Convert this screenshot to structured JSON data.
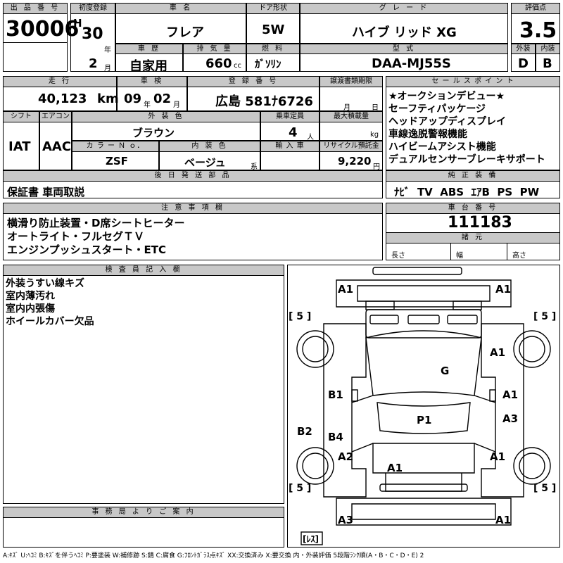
{
  "header": {
    "lot_no_label": "出 品 番 号",
    "lot_no": "30006",
    "first_reg_label": "初度登録",
    "era": "H",
    "year": "30",
    "year_unit": "年",
    "month": "2",
    "month_unit": "月",
    "car_name_label": "車 名",
    "car_name": "フレア",
    "door_label": "ドア形状",
    "door": "5W",
    "grade_label": "グ レ ー ド",
    "grade": "ハイブ リッド XG",
    "score_label": "評価点",
    "score": "3.5",
    "history_label": "車 歴",
    "history": "自家用",
    "displacement_label": "排 気 量",
    "displacement": "660",
    "displacement_unit": "cc",
    "fuel_label": "燃 料",
    "fuel": "ｶﾞｿﾘﾝ",
    "model_label": "型 式",
    "model": "DAA-MJ55S",
    "exterior_label": "外装",
    "exterior": "D",
    "interior_label": "内装",
    "interior": "B"
  },
  "row2": {
    "mileage_label": "走 行",
    "mileage": "40,123",
    "mileage_unit": "km",
    "inspection_label": "車 検",
    "insp_year": "09",
    "insp_year_unit": "年",
    "insp_month": "02",
    "insp_month_unit": "月",
    "plate_label": "登 録 番 号",
    "plate": "広島 581ﾅ6726",
    "transfer_label": "譲渡書類期限",
    "transfer_month": "月",
    "transfer_day": "日",
    "selling_label": "セ ー ル ス ポ イ ン ト",
    "selling_points": [
      "★オークションデビュー★",
      "セーフティパッケージ",
      "ヘッドアップディスプレイ",
      "車線逸脱警報機能",
      "ハイビームアシスト機能",
      "デュアルセンサーブレーキサポート"
    ]
  },
  "row3": {
    "shift_label": "シフト",
    "shift": "IAT",
    "ac_label": "エアコン",
    "ac": "AAC",
    "color_label": "外 装 色",
    "color": "ブラウン",
    "capacity_label": "乗車定員",
    "capacity": "4",
    "capacity_unit": "人",
    "load_label": "最大積載量",
    "load_unit": "kg",
    "color_no_label": "カ ラ ー Ｎ ｏ．",
    "color_no": "ZSF",
    "interior_color_label": "内 装 色",
    "interior_color": "ベージュ",
    "interior_color_unit": "系",
    "import_label": "輸 入 車",
    "recycle_label": "リサイクル預託金",
    "recycle": "9,220",
    "recycle_unit": "円"
  },
  "parts": {
    "label": "後 日 発 送 部 品",
    "value": "保証書 車両取説"
  },
  "equipment": {
    "label": "純 正 装 備",
    "value": "ﾅﾋﾞ  TV  ABS  ｴｱB  PS  PW"
  },
  "notes": {
    "label": "注 意 事 項 欄",
    "lines": [
      "横滑り防止装置・D席シートヒーター",
      "オートライト・フルセグＴＶ",
      "エンジンプッシュスタート・ETC"
    ]
  },
  "chassis": {
    "label": "車 台 番 号",
    "value": "111183",
    "dims_label": "諸 元",
    "length": "長さ",
    "width": "幅",
    "height": "高さ"
  },
  "inspector": {
    "label": "検 査 員 記 入 欄",
    "lines": [
      "外装うすい線キズ",
      "室内薄汚れ",
      "室内内張傷",
      "ホイールカバー欠品"
    ]
  },
  "office": {
    "label": "事 務 局 よ り ご 案 内"
  },
  "diagram": {
    "marks": [
      "A1",
      "A1",
      "A1",
      "G",
      "B1",
      "A1",
      "A3",
      "P1",
      "B2",
      "B4",
      "A2",
      "A1",
      "A1",
      "A3",
      "A1"
    ],
    "tread_labels": [
      "[ 5 ]",
      "[ 5 ]",
      "[ 5 ]",
      "[ 5 ]"
    ],
    "spare_label": "[ﾚｽ]"
  },
  "legend": "A:ｷｽﾞ U:ﾍｺﾐ B:ｷｽﾞを伴うﾍｺﾐ P:要塗装 W:補修跡 S:錆 C:腐食 G:ﾌﾛﾝﾄｶﾞﾗｽ点ｷｽﾞ XX:交換済み X:要交換  内・外装評価 5段階ﾗﾝｸ順(A・B・C・D・E) 2"
}
